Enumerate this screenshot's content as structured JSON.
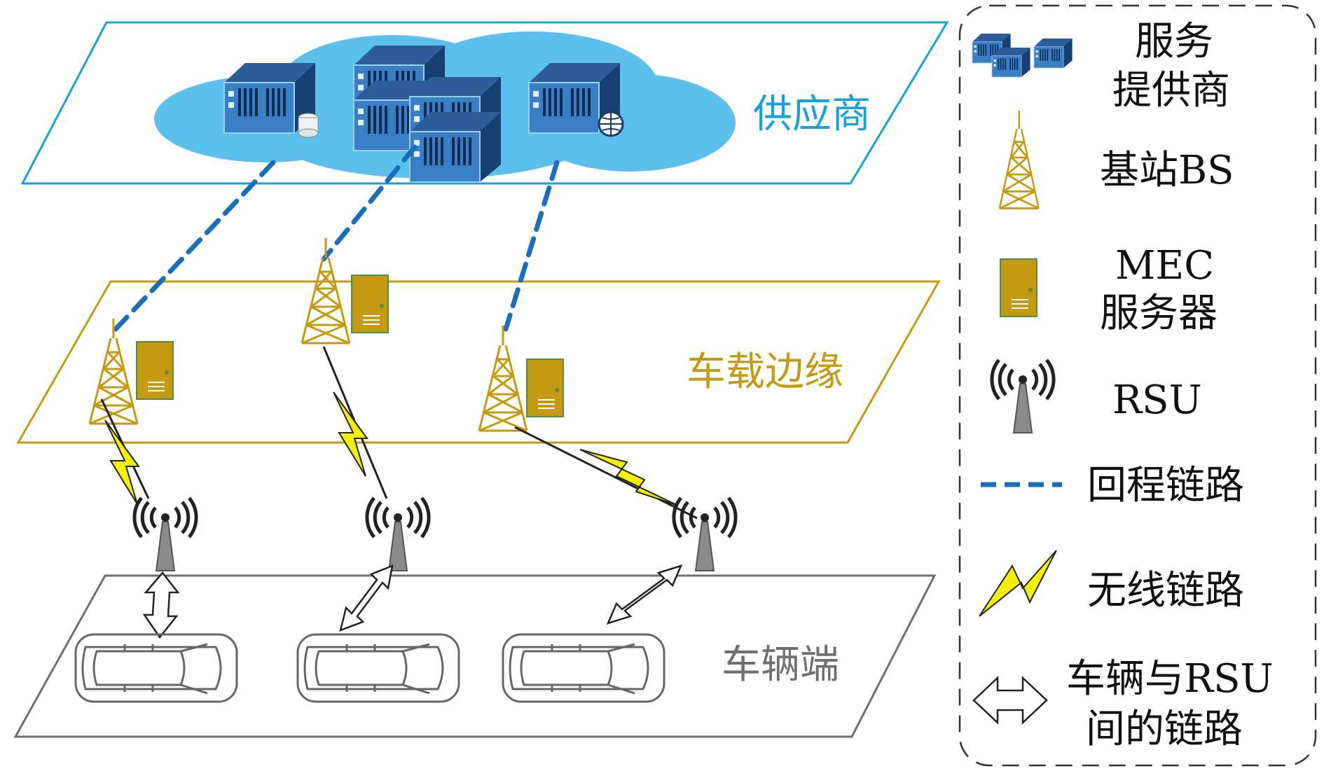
{
  "layers": {
    "provider": {
      "label": "供应商",
      "color": "#1aa0d8"
    },
    "edge": {
      "label": "车载边缘",
      "color": "#c49a12"
    },
    "vehicle": {
      "label": "车辆端",
      "color": "#6f6f6f"
    }
  },
  "legend": {
    "items": [
      {
        "id": "service-provider",
        "lines": [
          "服务",
          "提供商"
        ],
        "icon": "server-cluster-icon"
      },
      {
        "id": "base-station",
        "lines": [
          "基站BS"
        ],
        "icon": "tower-icon"
      },
      {
        "id": "mec-server",
        "lines": [
          "MEC",
          "服务器"
        ],
        "icon": "mec-server-icon"
      },
      {
        "id": "rsu",
        "lines": [
          "RSU"
        ],
        "icon": "rsu-antenna-icon"
      },
      {
        "id": "backhaul-link",
        "lines": [
          "回程链路"
        ],
        "icon": "dashed-line-icon"
      },
      {
        "id": "wireless-link",
        "lines": [
          "无线链路"
        ],
        "icon": "lightning-icon"
      },
      {
        "id": "vehicle-rsu-link",
        "lines": [
          "车辆与RSU",
          "间的链路"
        ],
        "icon": "double-arrow-icon"
      }
    ]
  },
  "colors": {
    "cloud": "#5cc0ec",
    "backhaul": "#1a6fb8",
    "tower": "#c49a12",
    "lightning": "#f5ef00",
    "rsu": "#8a8a8a",
    "car": "#666666"
  }
}
